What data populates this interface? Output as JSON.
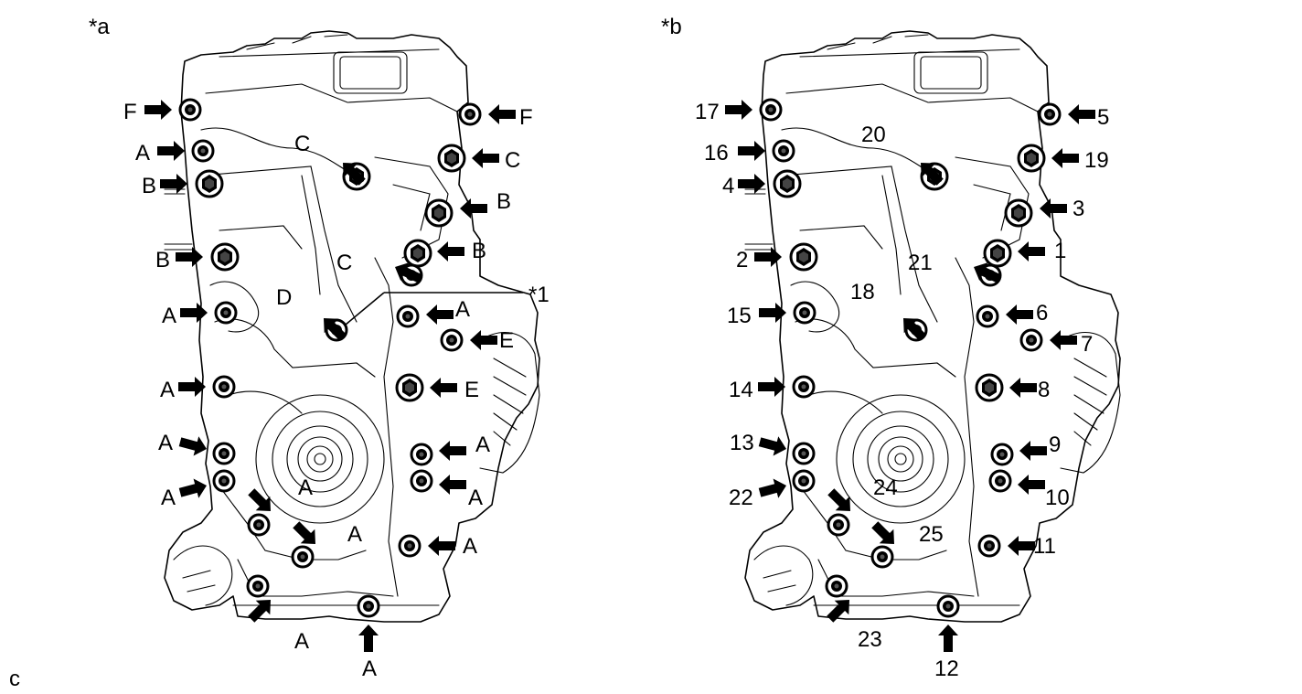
{
  "corner_label": "c",
  "panels": [
    {
      "id": "a",
      "title": "*a",
      "callout": "*1",
      "bolts": [
        {
          "label": "F"
        },
        {
          "label": "A"
        },
        {
          "label": "B"
        },
        {
          "label": "B"
        },
        {
          "label": "A"
        },
        {
          "label": "A"
        },
        {
          "label": "A"
        },
        {
          "label": "A"
        },
        {
          "label": "A"
        },
        {
          "label": "A"
        },
        {
          "label": "A"
        },
        {
          "label": "A"
        },
        {
          "label": "F"
        },
        {
          "label": "C"
        },
        {
          "label": "C"
        },
        {
          "label": "B"
        },
        {
          "label": "B"
        },
        {
          "label": "C"
        },
        {
          "label": "D"
        },
        {
          "label": "A"
        },
        {
          "label": "E"
        },
        {
          "label": "E"
        },
        {
          "label": "A"
        },
        {
          "label": "A"
        },
        {
          "label": "A"
        }
      ]
    },
    {
      "id": "b",
      "title": "*b",
      "bolts": [
        {
          "label": "17"
        },
        {
          "label": "16"
        },
        {
          "label": "4"
        },
        {
          "label": "2"
        },
        {
          "label": "15"
        },
        {
          "label": "14"
        },
        {
          "label": "13"
        },
        {
          "label": "22"
        },
        {
          "label": "24"
        },
        {
          "label": "25"
        },
        {
          "label": "23"
        },
        {
          "label": "12"
        },
        {
          "label": "5"
        },
        {
          "label": "19"
        },
        {
          "label": "20"
        },
        {
          "label": "3"
        },
        {
          "label": "1"
        },
        {
          "label": "21"
        },
        {
          "label": "18"
        },
        {
          "label": "6"
        },
        {
          "label": "7"
        },
        {
          "label": "8"
        },
        {
          "label": "9"
        },
        {
          "label": "10"
        },
        {
          "label": "11"
        }
      ]
    }
  ]
}
